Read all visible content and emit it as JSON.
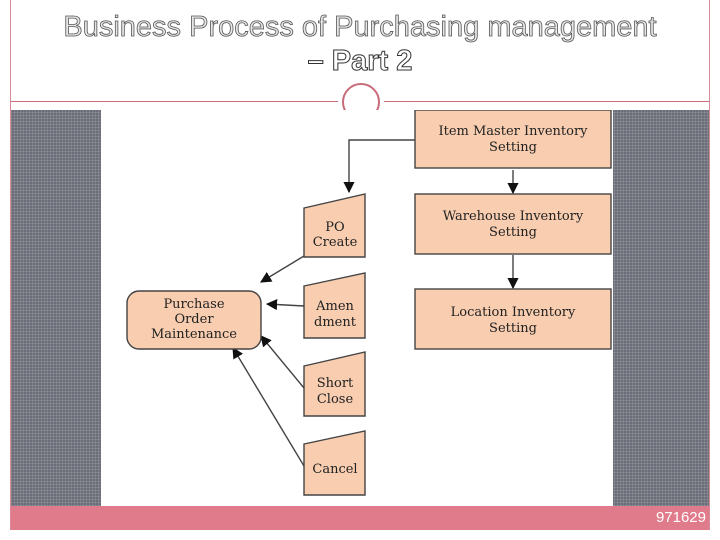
{
  "title": {
    "line1": "Business Process of Purchasing management",
    "line2": "– Part 2"
  },
  "diagram": {
    "nodes": {
      "item_master": [
        "Item Master Inventory",
        "Setting"
      ],
      "warehouse": [
        "Warehouse Inventory",
        "Setting"
      ],
      "location": [
        "Location Inventory",
        "Setting"
      ],
      "po_create": [
        "PO",
        "Create"
      ],
      "amendment": [
        "Amen",
        "dment"
      ],
      "short_close": [
        "Short",
        "Close"
      ],
      "cancel": [
        "Cancel"
      ],
      "purchase_order": [
        "Purchase",
        "Order",
        "Maintenance"
      ]
    },
    "colors": {
      "box_fill": "#f8cdb0",
      "box_stroke": "#444444",
      "footer": "#e07b8b",
      "accent": "#c86c7a"
    }
  },
  "footer": {
    "page_number": "971629"
  }
}
